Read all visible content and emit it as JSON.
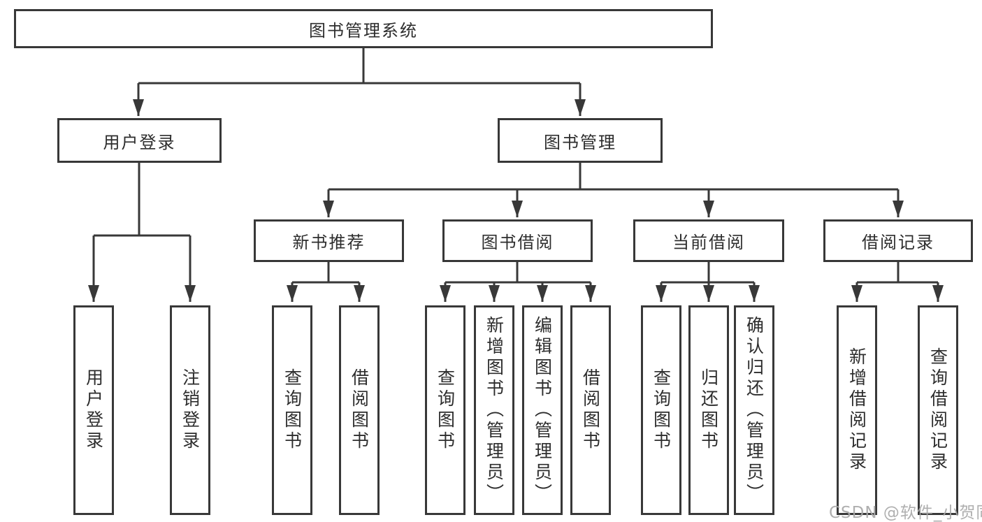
{
  "tree": {
    "label": "图书管理系统",
    "children": [
      {
        "label": "用户登录",
        "children": [
          {
            "label": "用户登录"
          },
          {
            "label": "注销登录"
          }
        ]
      },
      {
        "label": "图书管理",
        "children": [
          {
            "label": "新书推荐",
            "children": [
              {
                "label": "查询图书"
              },
              {
                "label": "借阅图书"
              }
            ]
          },
          {
            "label": "图书借阅",
            "children": [
              {
                "label": "查询图书"
              },
              {
                "label": "新增图书（管理员）"
              },
              {
                "label": "编辑图书（管理员）"
              },
              {
                "label": "借阅图书"
              }
            ]
          },
          {
            "label": "当前借阅",
            "children": [
              {
                "label": "查询图书"
              },
              {
                "label": "归还图书"
              },
              {
                "label": "确认归还（管理员）"
              }
            ]
          },
          {
            "label": "借阅记录",
            "children": [
              {
                "label": "新增借阅记录"
              },
              {
                "label": "查询借阅记录"
              }
            ]
          }
        ]
      }
    ]
  },
  "watermark": {
    "text": "CSDN @软件_小贺同学"
  },
  "colors": {
    "line": "#383838",
    "text": "#2d2d2d",
    "background": "#ffffff",
    "watermark": "#a8a8a8"
  }
}
